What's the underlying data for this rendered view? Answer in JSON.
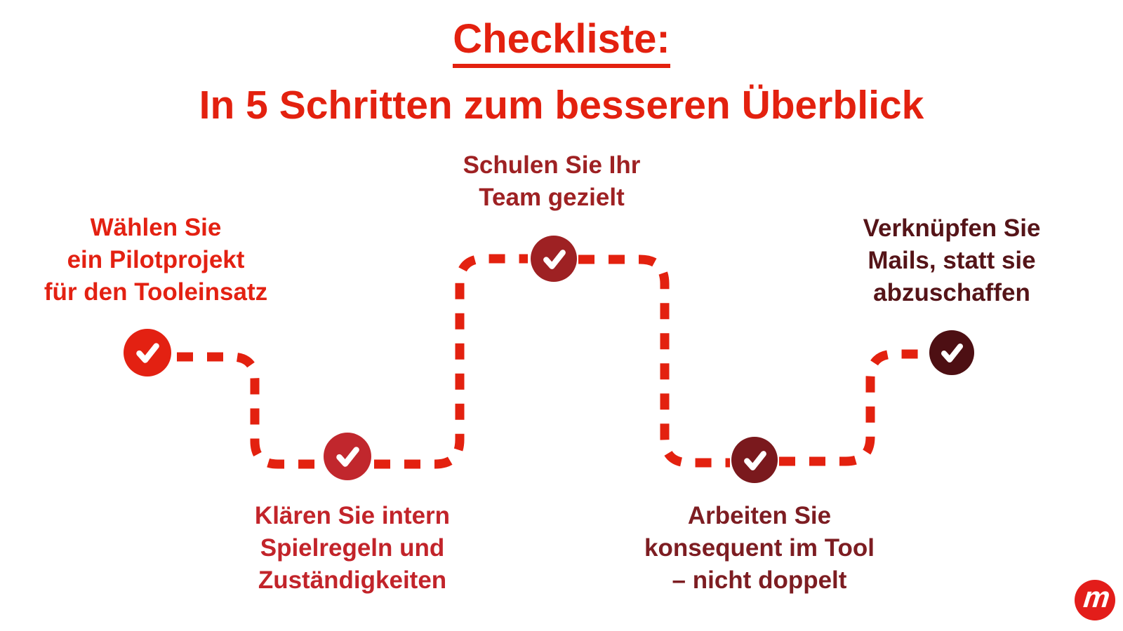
{
  "title": "Checkliste:",
  "subtitle": "In 5 Schritten zum besseren Überblick",
  "title_color": "#e3210f",
  "path_color": "#e3210f",
  "checkmark_color": "#ffffff",
  "steps": [
    {
      "number": 1,
      "lines": [
        "Wählen Sie",
        "ein Pilotprojekt",
        "für den Tooleinsatz"
      ],
      "text_color": "#e32112",
      "circle_color": "#e32112"
    },
    {
      "number": 2,
      "lines": [
        "Klären Sie intern",
        "Spielregeln und",
        "Zuständigkeiten"
      ],
      "text_color": "#c2242a",
      "circle_color": "#c1272d"
    },
    {
      "number": 3,
      "lines": [
        "Schulen Sie Ihr",
        "Team gezielt"
      ],
      "text_color": "#9e2123",
      "circle_color": "#9e2123"
    },
    {
      "number": 4,
      "lines": [
        "Arbeiten Sie",
        "konsequent im Tool",
        "– nicht doppelt"
      ],
      "text_color": "#7d1d22",
      "circle_color": "#7a191d"
    },
    {
      "number": 5,
      "lines": [
        "Verknüpfen Sie",
        "Mails, statt sie",
        "abzuschaffen"
      ],
      "text_color": "#551418",
      "circle_color": "#4d0f13"
    }
  ],
  "logo": {
    "letter": "m",
    "background": "#e31d1a"
  }
}
